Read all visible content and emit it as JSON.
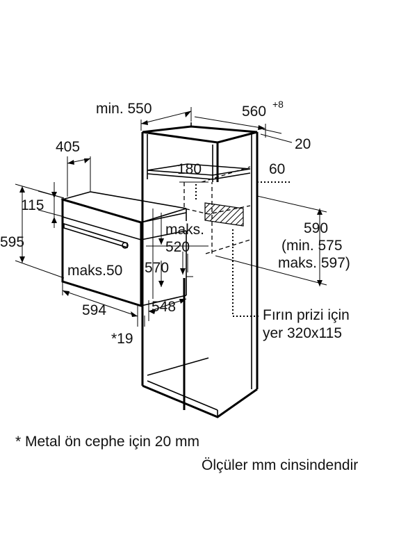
{
  "dimensions": {
    "min_550": "min. 550",
    "w_560": "560",
    "w_560_sup": "+8",
    "d_20": "20",
    "d_405": "405",
    "d_180": "180",
    "d_60": "60",
    "d_115": "115",
    "d_595": "595",
    "maks_line1": "maks.",
    "maks_line2": "520",
    "h_590": "590",
    "h_590_min": "(min. 575",
    "h_590_max": "maks. 597)",
    "maks50": "maks.50",
    "d_570": "570",
    "d_594": "594",
    "d_548": "548",
    "star_19": "*19"
  },
  "socket": {
    "line1": "Fırın prizi için",
    "line2": "yer 320x115"
  },
  "notes": {
    "metal": "* Metal ön cephe için 20 mm",
    "units": "Ölçüler mm cinsindendir"
  }
}
